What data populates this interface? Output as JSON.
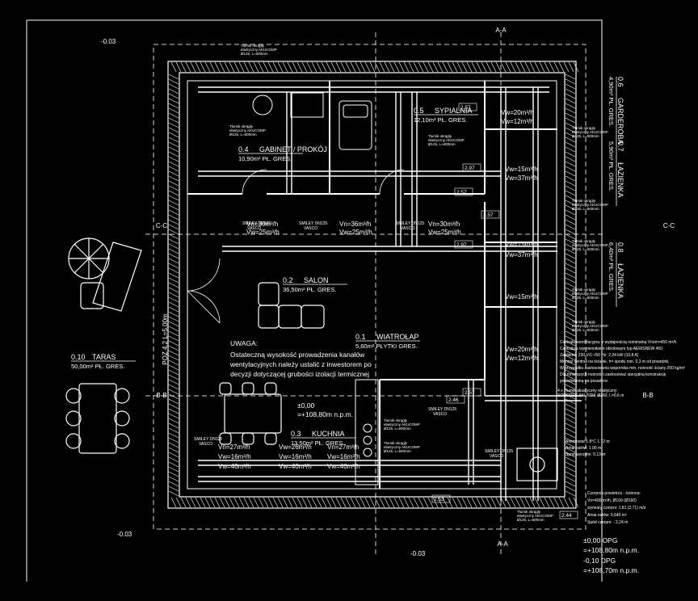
{
  "colors": {
    "background": "#000000",
    "lines": "#ffffff",
    "ducts": "#ffffff",
    "dashed": "#cfcfcf"
  },
  "section_marks": {
    "aa": "A-A",
    "bb": "B-B",
    "cc": "C-C"
  },
  "levels": {
    "outer_minus": "-0.03",
    "zero_opg": "±0,00 OPG",
    "zero_opg_abs": "=+108,80m n.p.m.",
    "zero_dpg": "-0,10 DPG",
    "zero_dpg_abs": "=+108,70m n.p.m.",
    "interior_zero": "±0,00",
    "interior_abs": "=+108,80m n.p.m."
  },
  "dimension": "POZ 4.2 L=5,00m",
  "rooms": [
    {
      "num": "0.2",
      "name": "SALON",
      "area": "36,50m² PŁ. GRES."
    },
    {
      "num": "0.4",
      "name": "GABINET / PROKÓJ",
      "area": "10,90m² PŁ. GRES."
    },
    {
      "num": "0.5",
      "name": "SYPIALNIA",
      "area": "12,10m² PŁ. GRES."
    },
    {
      "num": "0.1",
      "name": "WIATROŁAP",
      "area": "5,60m² PŁYTKI GRES."
    },
    {
      "num": "0.3",
      "name": "KUCHNIA",
      "area": "13,50m² PŁ. GRES."
    },
    {
      "num": "0.10",
      "name": "TARAS",
      "area": "50,00m² PŁ. GRES."
    },
    {
      "num": "0.6",
      "name": "GARDEROBA",
      "area": "4,90m² PŁ. GRES."
    },
    {
      "num": "0.7",
      "name": "ŁAZIENKA",
      "area": "5,90m² PŁ. GRES."
    },
    {
      "num": "0.8",
      "name": "ŁAZIENKA",
      "area": "6,40m² PŁ. GRES."
    }
  ],
  "note": {
    "title": "UWAGA:",
    "lines": [
      "Ostateczną wysokość prowadzenia kanałów",
      "wentylacyjnych należy ustalić z inwestorem po",
      "decyzji dotyczącej grubości izolacji termicznej"
    ]
  },
  "duct_labels": {
    "smiley": "SMILEY DN125",
    "vasco": "VASCO",
    "tlumik": "Tłumik okrągły",
    "tlumik2": "elastyczny AKUCOMP",
    "tlumik3": "Ø125, L=600mm",
    "flow_27": "Vn=27m³/h",
    "flow_16": "Vw=16m³/h",
    "flow_40": "Vw=40m³/h",
    "flow_20": "Vw=20m³/h",
    "flow_12": "Vw=12m³/h",
    "flow_15": "Vw=15m³/h",
    "flow_37": "Vw=37m³/h",
    "flow_25": "Vw=25m³/h",
    "flow_30": "Vn=30m³/h",
    "flow_26": "Vw=26m³/h",
    "flow_36": "Vn=36m³/h"
  },
  "duct_sizes": [
    "2.57",
    "2.97",
    "2.57",
    "2.97",
    "2.57",
    "2.57",
    "2.44",
    "2.53",
    "2.46"
  ],
  "central_unit": {
    "lines": [
      "Centrala wentylacyjna: z wydajnością nominalną Vnom=450 m³/h",
      "Centrala z wymiennikiem obrotowym typ AERISNEW 450",
      "Zasilanie: 230 V/1~/50 Hz; 2,24 kW (10,8 A)",
      "Montaż centrali na ścianie, h= spodu min. 0,3 m od posadzki.",
      "W przypadku zastosowania wspornika min. nośność ściany 200 kg/m²",
      "Dla mniejszych nośności zastosować specjalną konstrukcję",
      "posadowioną na posadzce."
    ]
  },
  "filter_note": "4 x Tłumik akustyczny elastyczny",
  "filter_note2": "SONODEC AKUSTIK Ø160, L=0,6 m",
  "sides": {
    "anemostat": "Anemostat 1.8°C 1.72 m",
    "amai": "Amai.natów: 1.00 m",
    "spod": "Spód wyrzutni: 0,13 m"
  },
  "airflow": [
    "Czerpnia powietrza - ścienna:",
    "Vn=400 m³/h, Ø160 (Ø160)",
    "wymiary czerpni: 1.81 (2,71) m/s",
    "Amai.natów: 0,640 m²",
    "Spód czerpni: - 2,24 m"
  ]
}
